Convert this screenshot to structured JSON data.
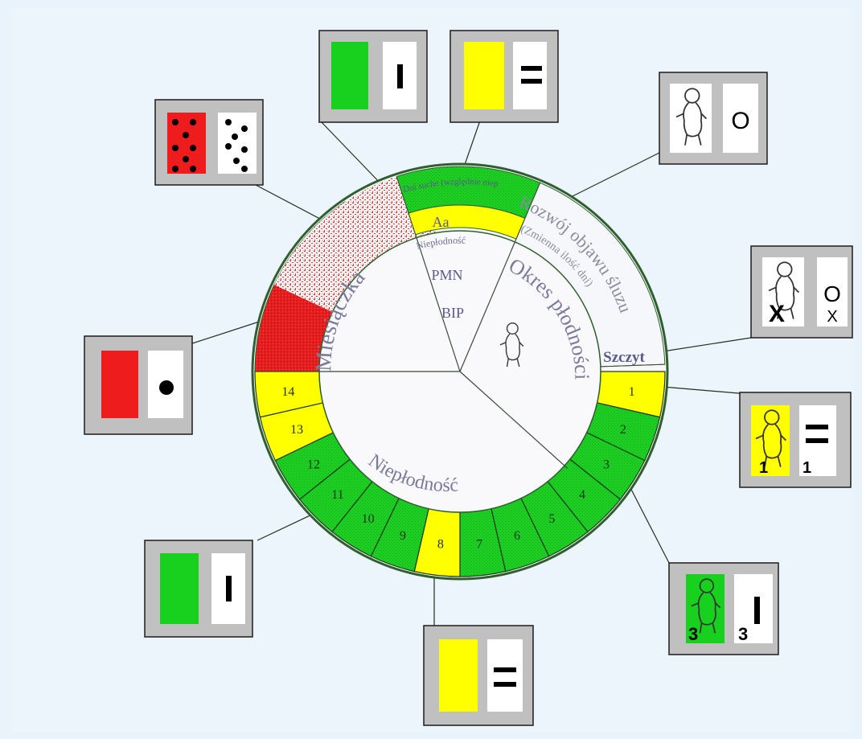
{
  "colors": {
    "background": "#ecf5fc",
    "green": "#18d01e",
    "yellow": "#ffff00",
    "red": "#ee1c1c",
    "wheel_text": "#6b6b8f",
    "rim": "#2f5f2f",
    "card_gray": "#c0c0c0"
  },
  "wheel": {
    "menstruation_label": "Miesiączka",
    "infertility_top_label": "Niepłodność",
    "pmn_label": "PMN",
    "bip_label": "BIP",
    "fertile_period_label": "Okres płodności",
    "mucus_development_label": "Rozwój objawu śluzu",
    "variable_days_label": "(Zmienna ilość dni)",
    "peak_label": "Szczyt",
    "dry_days_label": "Dni suche (względnie niepłodne)",
    "aa_label": "Aa",
    "infertility_bottom_label": "Niepłodność",
    "day_numbers": [
      "1",
      "2",
      "3",
      "4",
      "5",
      "6",
      "7",
      "8",
      "9",
      "10",
      "11",
      "12",
      "13",
      "14"
    ]
  },
  "cards": {
    "dots_icon": "red-dots-stamp-icon",
    "green_line_icon": "green-single-line-stamp-icon",
    "yellow_equal_icon": "yellow-double-line-stamp-icon",
    "baby_circle_icon": "baby-circle-stamp-icon",
    "baby_x_icon": "baby-circle-x-stamp-icon",
    "red_dot_icon": "red-solid-dot-stamp-icon",
    "yellow_baby_icon": "yellow-baby-stamp-icon",
    "green_baby_icon": "green-baby-stamp-icon",
    "yellow_baby_number": "1",
    "green_baby_number": "3",
    "circle_symbol": "O",
    "x_symbol": "X"
  }
}
